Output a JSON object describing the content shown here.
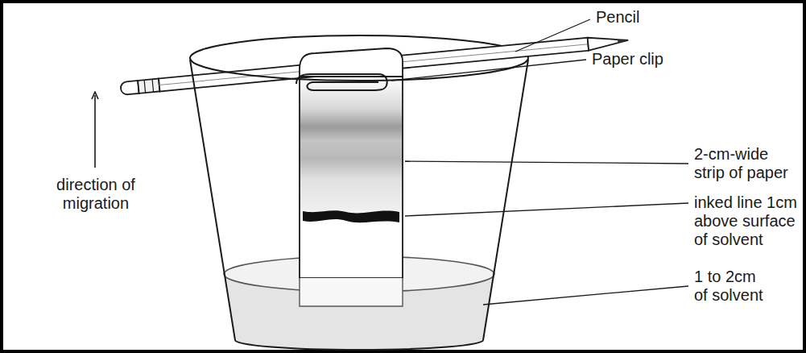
{
  "diagram": {
    "labels": [
      "Pencil",
      "Paper clip",
      "2-cm-wide strip of paper",
      "inked line 1cm above surface of solvent",
      "1 to 2cm of solvent",
      "direction of migration"
    ]
  }
}
